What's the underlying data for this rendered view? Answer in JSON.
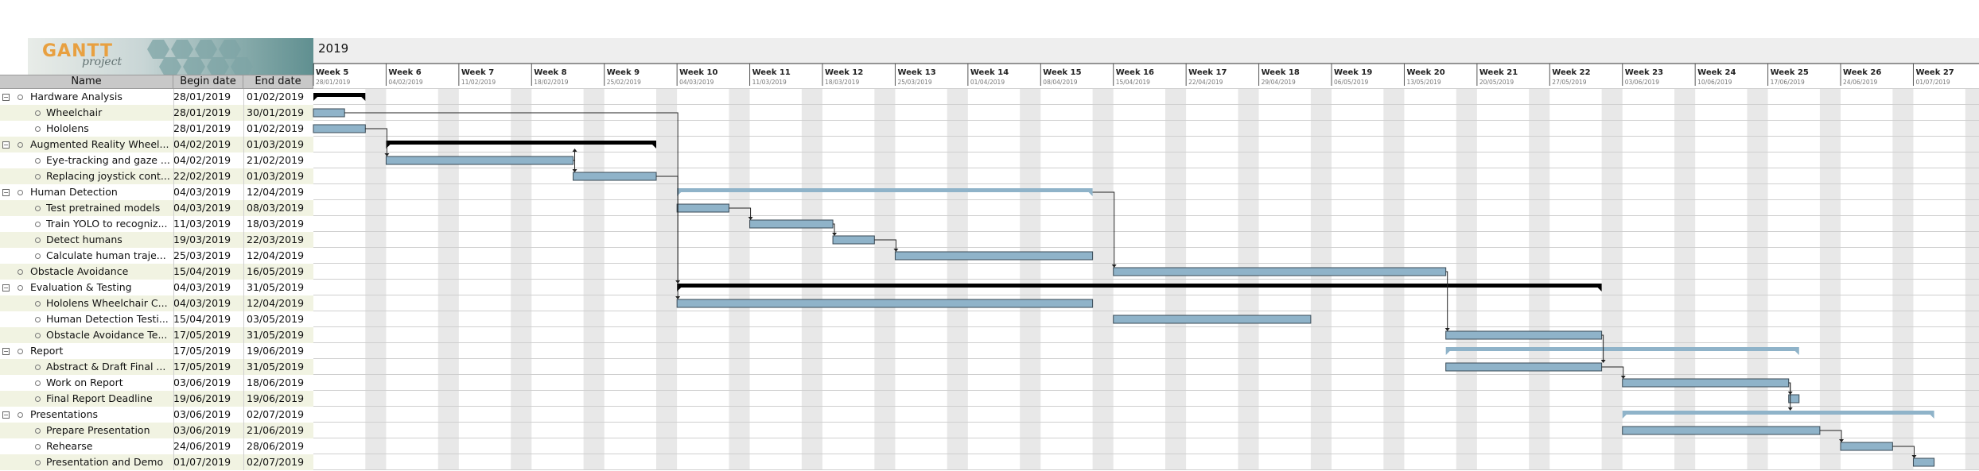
{
  "logo": {
    "word": "GANTT",
    "sub": "project"
  },
  "year": "2019",
  "table_headers": {
    "name": "Name",
    "begin": "Begin date",
    "end": "End date"
  },
  "weeks": [
    {
      "label": "Week 5",
      "date": "28/01/2019"
    },
    {
      "label": "Week 6",
      "date": "04/02/2019"
    },
    {
      "label": "Week 7",
      "date": "11/02/2019"
    },
    {
      "label": "Week 8",
      "date": "18/02/2019"
    },
    {
      "label": "Week 9",
      "date": "25/02/2019"
    },
    {
      "label": "Week 10",
      "date": "04/03/2019"
    },
    {
      "label": "Week 11",
      "date": "11/03/2019"
    },
    {
      "label": "Week 12",
      "date": "18/03/2019"
    },
    {
      "label": "Week 13",
      "date": "25/03/2019"
    },
    {
      "label": "Week 14",
      "date": "01/04/2019"
    },
    {
      "label": "Week 15",
      "date": "08/04/2019"
    },
    {
      "label": "Week 16",
      "date": "15/04/2019"
    },
    {
      "label": "Week 17",
      "date": "22/04/2019"
    },
    {
      "label": "Week 18",
      "date": "29/04/2019"
    },
    {
      "label": "Week 19",
      "date": "06/05/2019"
    },
    {
      "label": "Week 20",
      "date": "13/05/2019"
    },
    {
      "label": "Week 21",
      "date": "20/05/2019"
    },
    {
      "label": "Week 22",
      "date": "27/05/2019"
    },
    {
      "label": "Week 23",
      "date": "03/06/2019"
    },
    {
      "label": "Week 24",
      "date": "10/06/2019"
    },
    {
      "label": "Week 25",
      "date": "17/06/2019"
    },
    {
      "label": "Week 26",
      "date": "24/06/2019"
    },
    {
      "label": "Week 27",
      "date": "01/07/2019"
    }
  ],
  "tasks": [
    {
      "name": "Hardware Analysis",
      "begin": "28/01/2019",
      "end": "01/02/2019",
      "level": 0,
      "summary": true,
      "collapsed": false
    },
    {
      "name": "Wheelchair",
      "begin": "28/01/2019",
      "end": "30/01/2019",
      "level": 1,
      "summary": false
    },
    {
      "name": "Hololens",
      "begin": "28/01/2019",
      "end": "01/02/2019",
      "level": 1,
      "summary": false
    },
    {
      "name": "Augmented Reality Wheel...",
      "begin": "04/02/2019",
      "end": "01/03/2019",
      "level": 0,
      "summary": true,
      "collapsed": false
    },
    {
      "name": "Eye-tracking and gaze ...",
      "begin": "04/02/2019",
      "end": "21/02/2019",
      "level": 1,
      "summary": false
    },
    {
      "name": "Replacing joystick cont...",
      "begin": "22/02/2019",
      "end": "01/03/2019",
      "level": 1,
      "summary": false
    },
    {
      "name": "Human Detection",
      "begin": "04/03/2019",
      "end": "12/04/2019",
      "level": 0,
      "summary": true,
      "collapsed": false
    },
    {
      "name": "Test pretrained models",
      "begin": "04/03/2019",
      "end": "08/03/2019",
      "level": 1,
      "summary": false
    },
    {
      "name": "Train YOLO to recogniz...",
      "begin": "11/03/2019",
      "end": "18/03/2019",
      "level": 1,
      "summary": false
    },
    {
      "name": "Detect humans",
      "begin": "19/03/2019",
      "end": "22/03/2019",
      "level": 1,
      "summary": false
    },
    {
      "name": "Calculate human traje...",
      "begin": "25/03/2019",
      "end": "12/04/2019",
      "level": 1,
      "summary": false
    },
    {
      "name": "Obstacle Avoidance",
      "begin": "15/04/2019",
      "end": "16/05/2019",
      "level": 0,
      "summary": false
    },
    {
      "name": "Evaluation & Testing",
      "begin": "04/03/2019",
      "end": "31/05/2019",
      "level": 0,
      "summary": true,
      "collapsed": false
    },
    {
      "name": "Hololens Wheelchair C...",
      "begin": "04/03/2019",
      "end": "12/04/2019",
      "level": 1,
      "summary": false
    },
    {
      "name": "Human Detection Testi...",
      "begin": "15/04/2019",
      "end": "03/05/2019",
      "level": 1,
      "summary": false
    },
    {
      "name": "Obstacle Avoidance Te...",
      "begin": "17/05/2019",
      "end": "31/05/2019",
      "level": 1,
      "summary": false
    },
    {
      "name": "Report",
      "begin": "17/05/2019",
      "end": "19/06/2019",
      "level": 0,
      "summary": true,
      "collapsed": false
    },
    {
      "name": "Abstract & Draft Final ...",
      "begin": "17/05/2019",
      "end": "31/05/2019",
      "level": 1,
      "summary": false
    },
    {
      "name": "Work on Report",
      "begin": "03/06/2019",
      "end": "18/06/2019",
      "level": 1,
      "summary": false
    },
    {
      "name": "Final Report Deadline",
      "begin": "19/06/2019",
      "end": "19/06/2019",
      "level": 1,
      "summary": false
    },
    {
      "name": "Presentations",
      "begin": "03/06/2019",
      "end": "02/07/2019",
      "level": 0,
      "summary": true,
      "collapsed": false
    },
    {
      "name": "Prepare Presentation",
      "begin": "03/06/2019",
      "end": "21/06/2019",
      "level": 1,
      "summary": false
    },
    {
      "name": "Rehearse",
      "begin": "24/06/2019",
      "end": "28/06/2019",
      "level": 1,
      "summary": false
    },
    {
      "name": "Presentation and Demo",
      "begin": "01/07/2019",
      "end": "02/07/2019",
      "level": 1,
      "summary": false
    }
  ],
  "colors": {
    "task_bar": "#8fb3c9",
    "task_bar_border": "#3a4a55",
    "summary_black": "#000000",
    "summary_blue": "#8fb3c9",
    "weekend_column": "#e8e8e8",
    "row_stripe": "#f1f3e2",
    "grid_line": "#cfcfcf"
  }
}
